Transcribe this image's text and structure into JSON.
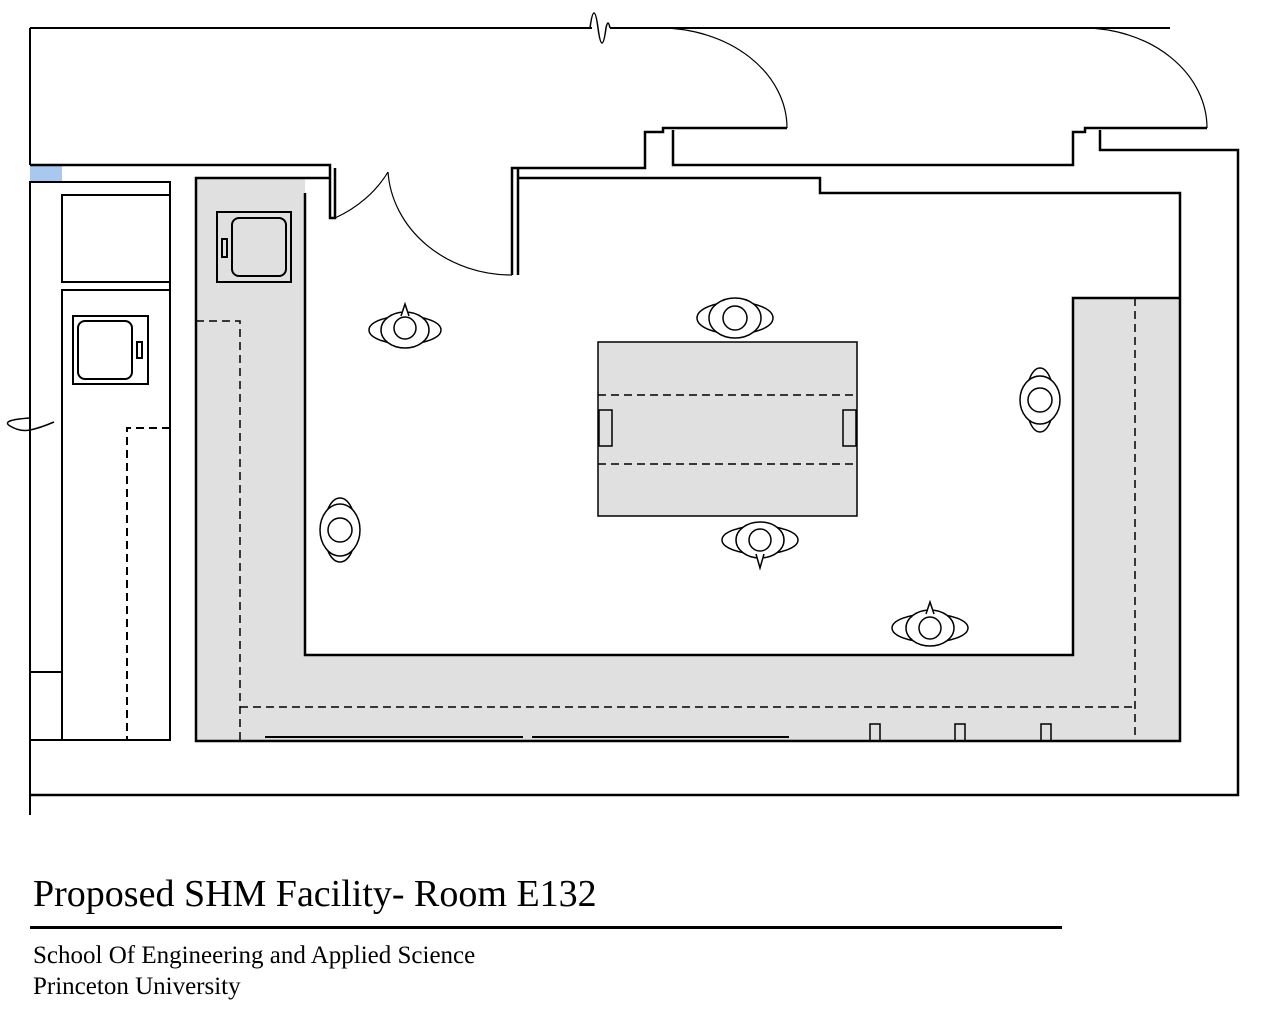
{
  "title": "Proposed SHM Facility- Room E132",
  "subtitle_lines": [
    "School Of Engineering and Applied Science",
    "Princeton University"
  ],
  "colors": {
    "counter": "#e0e0e0",
    "marker": "#a9c8ef",
    "line": "#000000"
  }
}
